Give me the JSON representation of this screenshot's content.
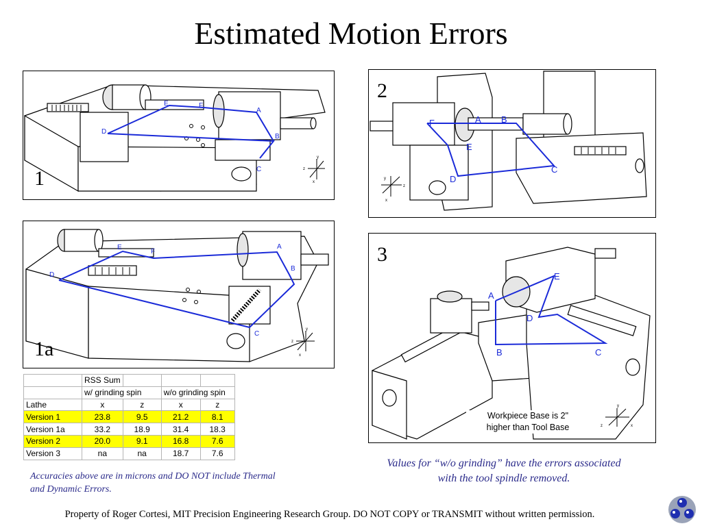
{
  "title": "Estimated Motion Errors",
  "panels": {
    "p1": {
      "number": "1",
      "points": [
        "A",
        "B",
        "C",
        "D",
        "E",
        "F"
      ]
    },
    "p1a": {
      "number": "1a",
      "points": [
        "A",
        "B",
        "C",
        "D",
        "E",
        "F"
      ]
    },
    "p2": {
      "number": "2",
      "points": [
        "A",
        "B",
        "C",
        "D",
        "E",
        "F"
      ]
    },
    "p3": {
      "number": "3",
      "points": [
        "A",
        "B",
        "C",
        "D",
        "E"
      ],
      "note": [
        "Workpiece Base is 2\"",
        "higher than Tool Base"
      ]
    }
  },
  "axis_labels": {
    "x": "x",
    "y": "y",
    "z": "z"
  },
  "table": {
    "header1": [
      "",
      "RSS Sum",
      "",
      "",
      ""
    ],
    "header2": [
      "",
      "w/ grinding spin",
      "",
      "w/o grinding spin",
      ""
    ],
    "header3": [
      "Lathe",
      "x",
      "z",
      "x",
      "z"
    ],
    "rows": [
      {
        "label": "Version 1",
        "values": [
          "23.8",
          "9.5",
          "21.2",
          "8.1"
        ],
        "highlight": true
      },
      {
        "label": "Version 1a",
        "values": [
          "33.2",
          "18.9",
          "31.4",
          "18.3"
        ],
        "highlight": false
      },
      {
        "label": "Version 2",
        "values": [
          "20.0",
          "9.1",
          "16.8",
          "7.6"
        ],
        "highlight": true
      },
      {
        "label": "Version 3",
        "values": [
          "na",
          "na",
          "18.7",
          "7.6"
        ],
        "highlight": false
      }
    ]
  },
  "notes": {
    "left": "Accuracies above are in microns and DO NOT include Thermal and Dynamic Errors.",
    "right": "Values for “w/o grinding” have the errors associated with the tool spindle removed."
  },
  "footer": "Property of Roger Cortesi, MIT Precision Engineering Research Group. DO NOT COPY or TRANSMIT without written permission.",
  "colors": {
    "error_path": "#1a2ad8",
    "highlight": "#ffff00",
    "text": "#000000",
    "note_text": "#2a2a8a"
  },
  "icons": [
    "lab-logo-icon"
  ]
}
